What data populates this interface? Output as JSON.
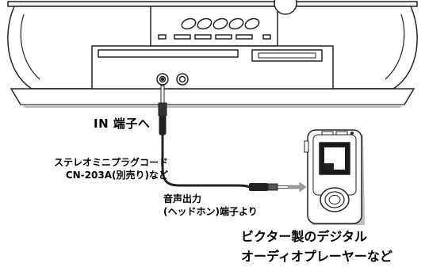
{
  "labels": {
    "in_terminal": "IN 端子へ",
    "cable_line1": "ステレオミニプラグコード",
    "cable_line2": "CN-203A(別売り)など",
    "output_line1": "音声出力",
    "output_line2": "(ヘッドホン)端子より",
    "player_line1": "ビクター製のデジタル",
    "player_line2": "オーディオプレーヤーなど"
  },
  "colors": {
    "line": "#222222",
    "panel_fill": "#ffffff",
    "shadow": "#bdbdbd",
    "arrow": "#9a9a9a",
    "player_screen": "#1a1a1a"
  }
}
